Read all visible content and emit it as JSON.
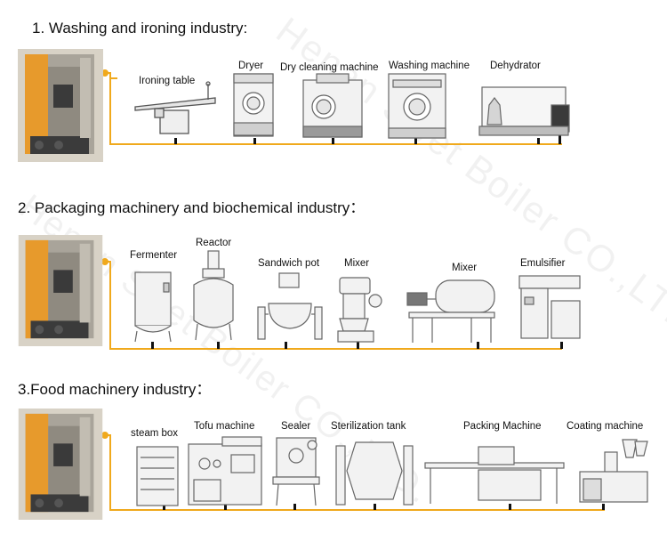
{
  "watermark": "Henan Swet Boiler CO.,LTD.",
  "colors": {
    "pipe": "#f0a91c",
    "boiler_orange": "#e79a2c",
    "boiler_body": "#a9a49a"
  },
  "sections": [
    {
      "title": "1. Washing and ironing industry:",
      "machines": [
        "Ironing table",
        "Dryer",
        "Dry cleaning machine",
        "Washing machine",
        "Dehydrator"
      ]
    },
    {
      "title": "2. Packaging machinery and biochemical industry：",
      "machines": [
        "Fermenter",
        "Reactor",
        "Sandwich pot",
        "Mixer",
        "Mixer",
        "Emulsifier"
      ]
    },
    {
      "title": "3.Food machinery industry：",
      "machines": [
        "steam box",
        "Tofu machine",
        "Sealer",
        "Sterilization tank",
        "Packing Machine",
        "Coating machine"
      ]
    }
  ]
}
